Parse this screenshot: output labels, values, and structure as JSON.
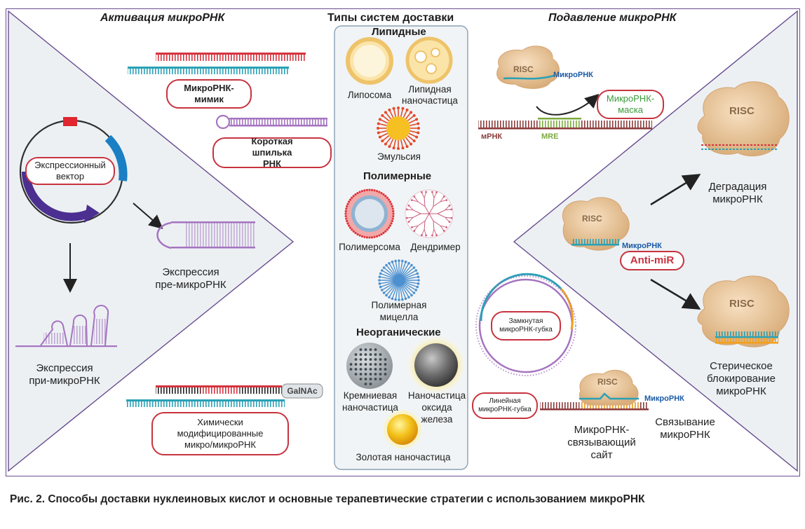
{
  "headers": {
    "activation": "Активация микроРНК",
    "delivery": "Типы систем доставки",
    "suppression": "Подавление микроРНК"
  },
  "delivery": {
    "lipid": {
      "title": "Липидные",
      "liposome": "Липосома",
      "lipid_np": "Липидная наночастица",
      "emulsion": "Эмульсия"
    },
    "polymer": {
      "title": "Полимерные",
      "polymersome": "Полимерсома",
      "dendrimer": "Дендример",
      "micelle": "Полимерная мицелла"
    },
    "inorganic": {
      "title": "Неорганические",
      "silica": "Кремниевая наночастица",
      "iron": "Наночастица оксида железа",
      "gold": "Золотая наночастица"
    }
  },
  "activation": {
    "mimic": "МикроРНК-мимик",
    "hairpin": "Короткая шпилька РНК",
    "vector": "Экспрессионный вектор",
    "pre": "Экспрессия пре-микроРНК",
    "pri": "Экспрессия при-микроРНК",
    "galnac": "GalNAc",
    "chem": "Химически модифицированные микро/микроРНК"
  },
  "suppression": {
    "risc": "RISC",
    "microrna": "МикроРНК",
    "mask": "МикроРНК-маска",
    "mrna": "мРНК",
    "mre": "MRE",
    "degradation": "Деградация микроРНК",
    "antimir": "Anti-miR",
    "steric": "Стерическое блокирование микроРНК",
    "circ_sponge": "Замкнутая микроРНК-губка",
    "lin_sponge": "Линейная микроРНК-губка",
    "binding_site": "МикроРНК-связывающий сайт",
    "binding": "Связывание микроРНК"
  },
  "caption": "Рис. 2. Способы доставки нуклеиновых кислот и основные терапевтические стратегии с использованием микроРНК",
  "colors": {
    "frame": "#6a4d8f",
    "pill_border": "#c7333f",
    "rna_red": "#d4343f",
    "rna_teal": "#2aa1b6",
    "rna_purple": "#a574c0",
    "risc": "#e7c39a",
    "blue_text": "#1b5aa5"
  }
}
